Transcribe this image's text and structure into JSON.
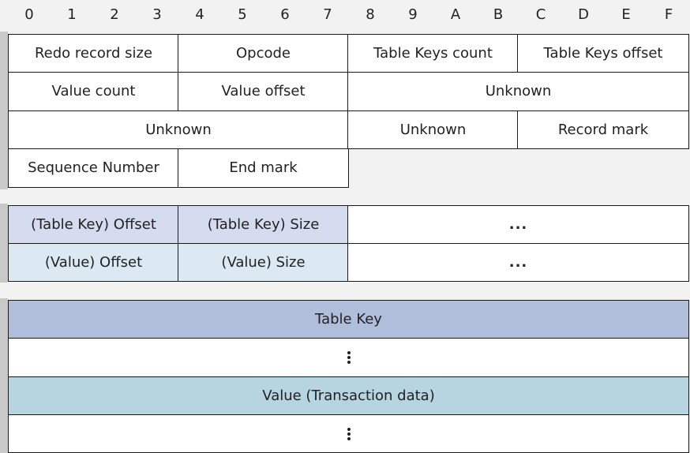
{
  "hex_header": [
    "0",
    "1",
    "2",
    "3",
    "4",
    "5",
    "6",
    "7",
    "8",
    "9",
    "A",
    "B",
    "C",
    "D",
    "E",
    "F"
  ],
  "header_section": {
    "row1": [
      "Redo record size",
      "Opcode",
      "Table Keys count",
      "Table Keys offset"
    ],
    "row2": [
      "Value count",
      "Value offset",
      "Unknown"
    ],
    "row3": [
      "Unknown",
      "Unknown",
      "Record mark"
    ],
    "row4": [
      "Sequence Number",
      "End mark"
    ]
  },
  "offsets_section": {
    "key_row": [
      "(Table Key) Offset",
      "(Table Key) Size",
      "..."
    ],
    "value_row": [
      "(Value) Offset",
      "(Value) Size",
      "..."
    ]
  },
  "data_section": {
    "table_key": "Table Key",
    "value": "Value (Transaction data)"
  },
  "colors": {
    "key_cells": "#d6dcef",
    "value_cells": "#dce9f2",
    "table_key_bar": "#b0bedc",
    "value_bar": "#b6d5e1"
  }
}
